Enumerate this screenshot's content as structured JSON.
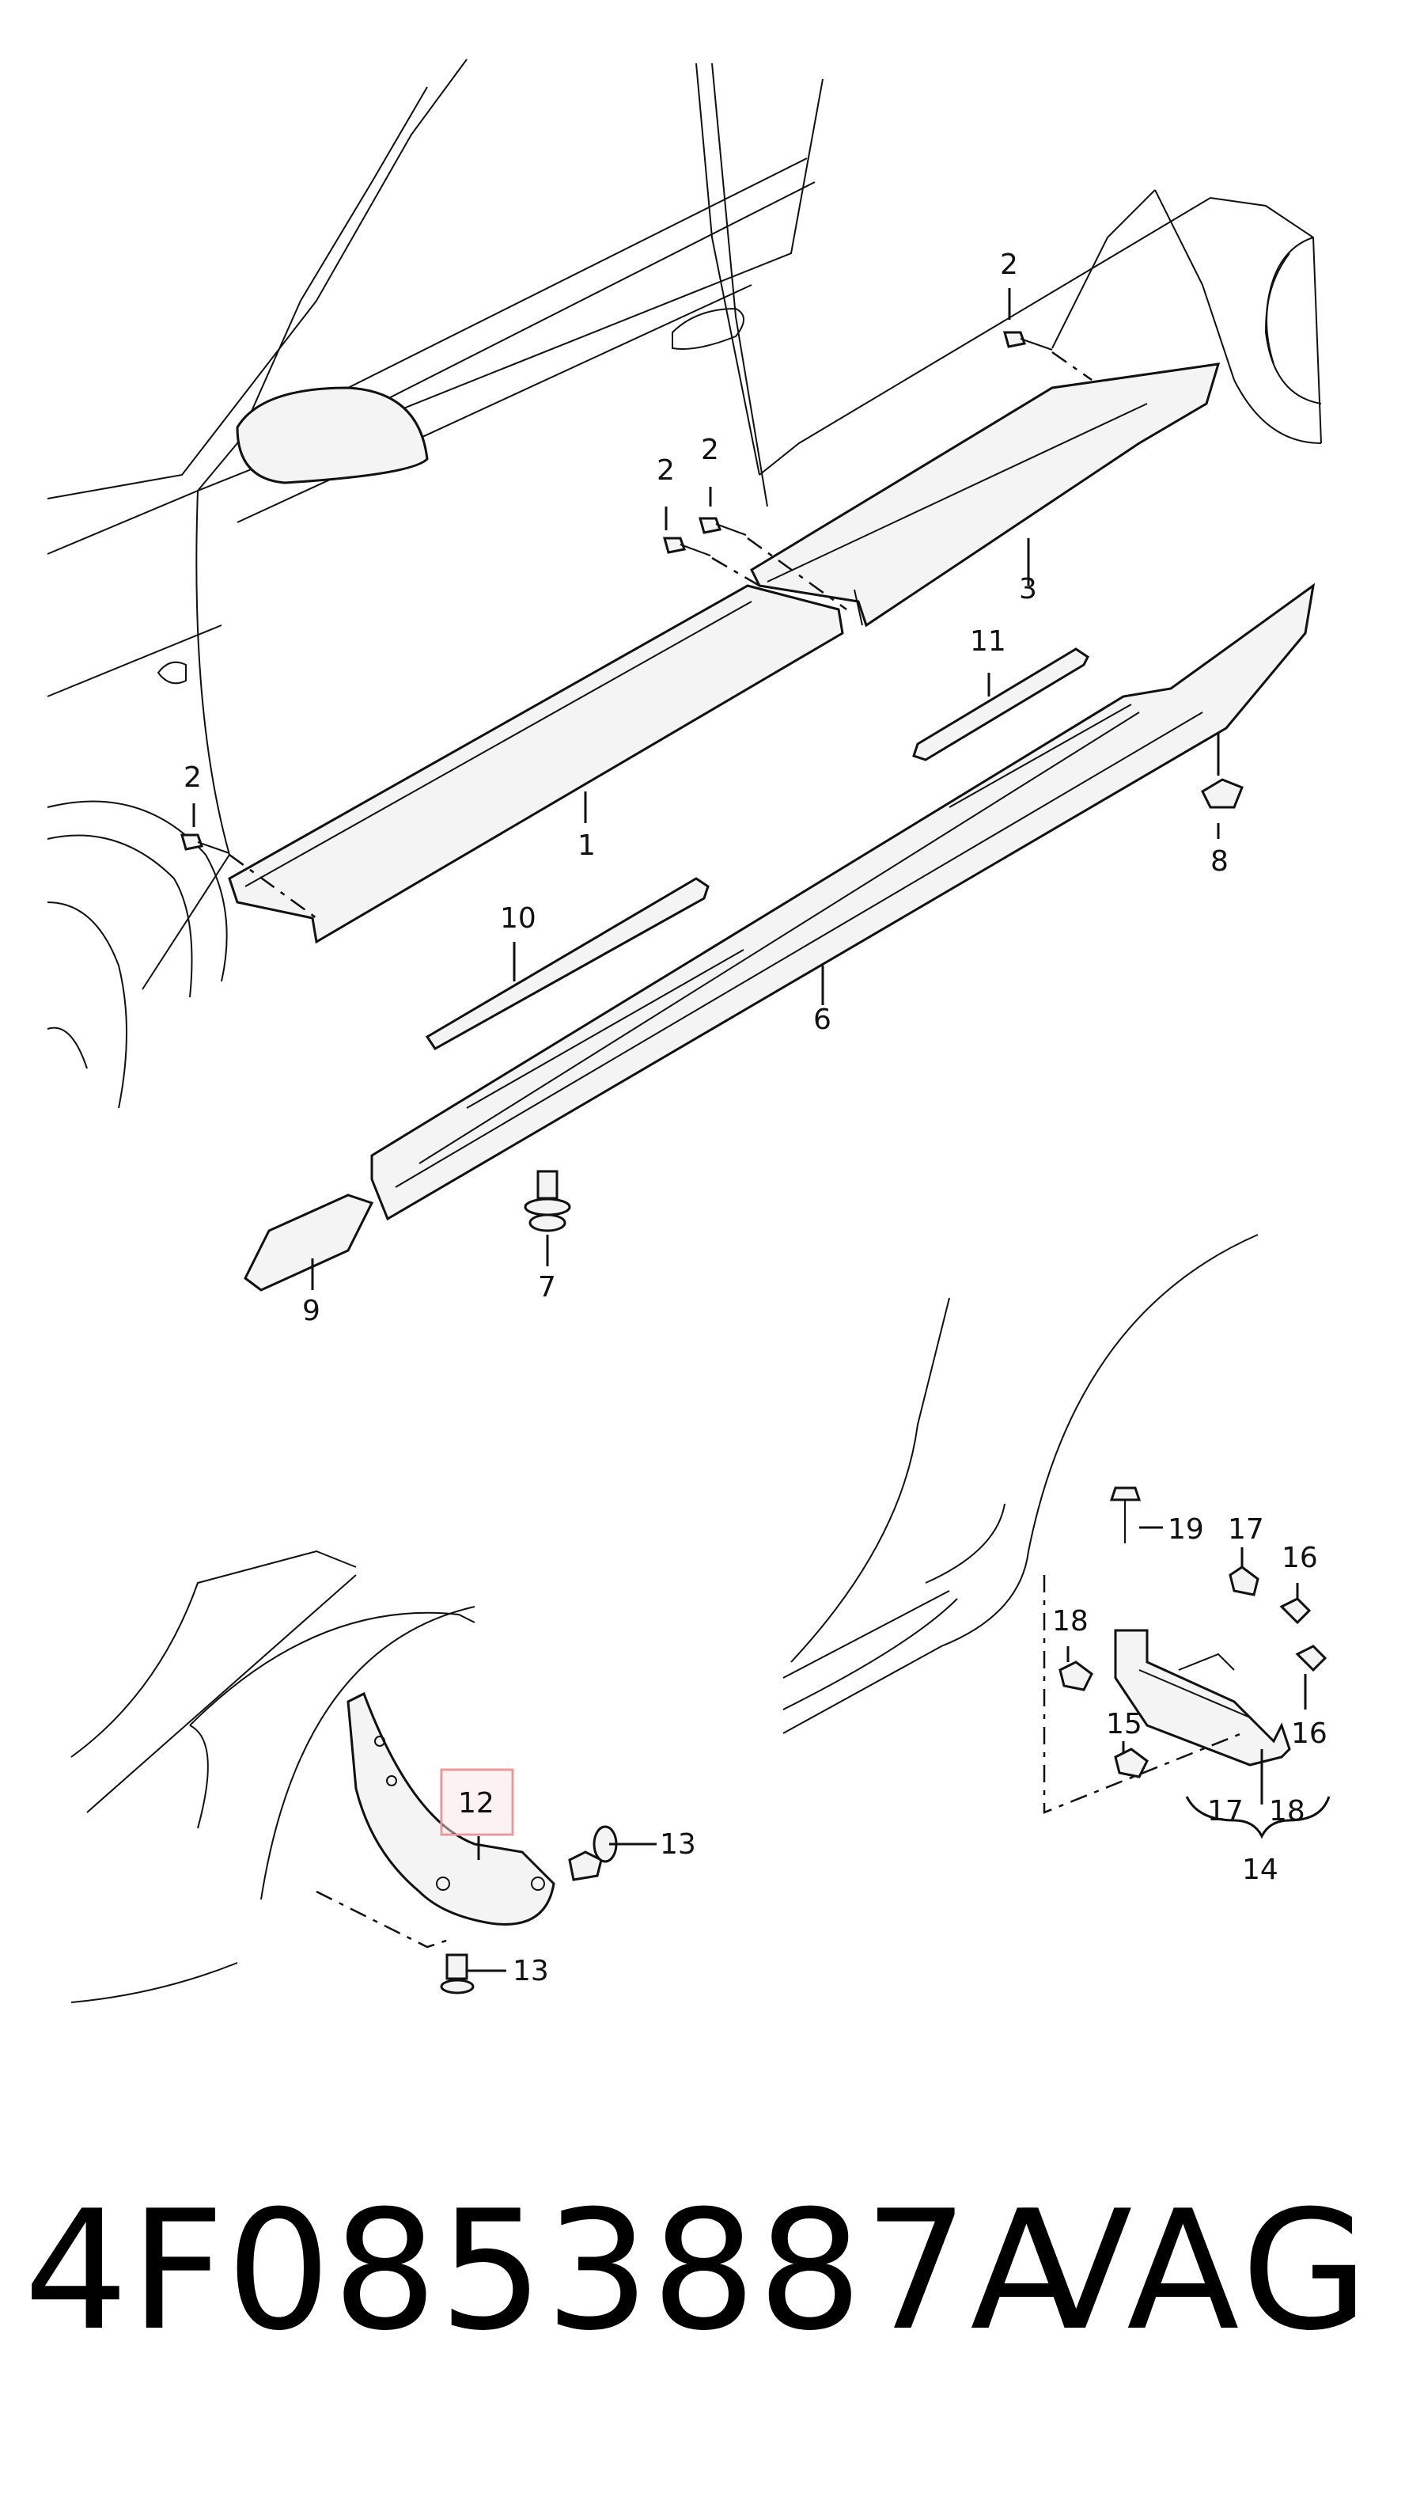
{
  "diagram": {
    "callouts": {
      "c1": "1",
      "c2a": "2",
      "c2b": "2",
      "c2c": "2",
      "c2d": "2",
      "c3": "3",
      "c6": "6",
      "c7": "7",
      "c8": "8",
      "c9": "9",
      "c10": "10",
      "c11": "11",
      "c12": "12",
      "c13a": "13",
      "c13b": "13",
      "c14": "14",
      "c15": "15",
      "c16a": "16",
      "c16b": "16",
      "c17a": "17",
      "c17b": "17",
      "c18a": "18",
      "c18b": "18",
      "c19": "19"
    },
    "highlight_color": "#e89a9a"
  },
  "footer": {
    "part_number": "4F0853887A",
    "brand": "VAG"
  }
}
